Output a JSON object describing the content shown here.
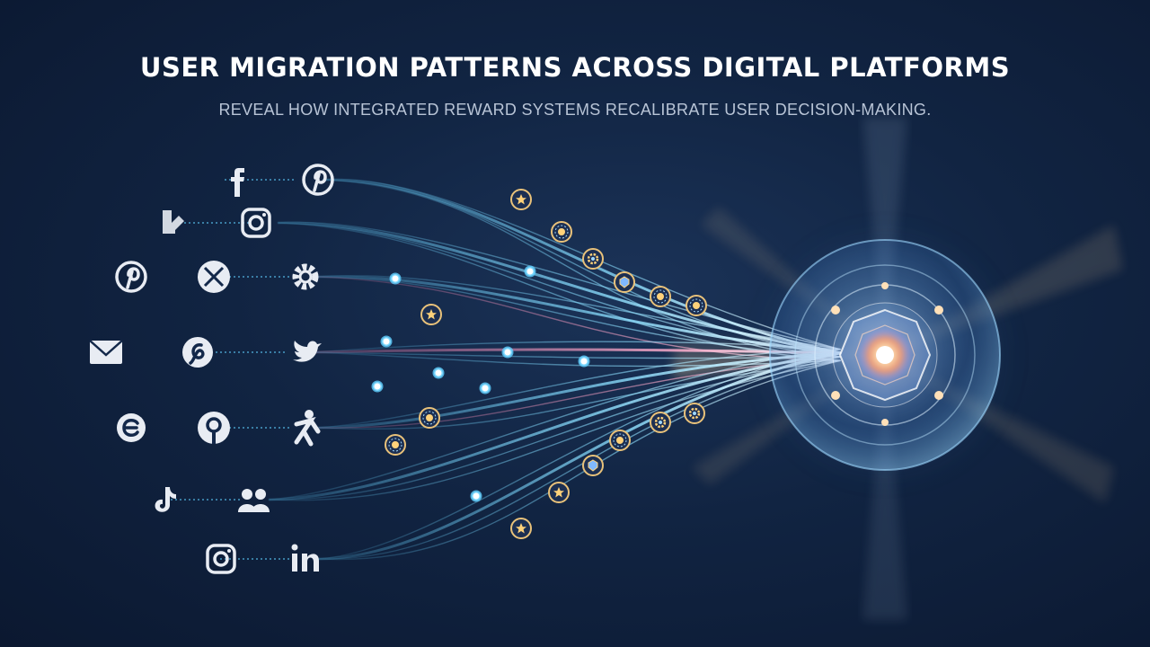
{
  "header": {
    "title": "USER MIGRATION PATTERNS ACROSS DIGITAL PLATFORMS",
    "subtitle": "REVEAL HOW INTEGRATED REWARD SYSTEMS RECALIBRATE USER DECISION-MAKING."
  },
  "platform_icons": [
    {
      "name": "facebook-icon",
      "glyph": "f"
    },
    {
      "name": "pinterest-icon",
      "glyph": "p"
    },
    {
      "name": "social-app-icon",
      "glyph": "s"
    },
    {
      "name": "instagram-icon",
      "glyph": "ig"
    },
    {
      "name": "pinterest-icon",
      "glyph": "p"
    },
    {
      "name": "x-icon",
      "glyph": "x"
    },
    {
      "name": "gear-icon",
      "glyph": "gear"
    },
    {
      "name": "mail-icon",
      "glyph": "mail"
    },
    {
      "name": "thread-icon",
      "glyph": "thread"
    },
    {
      "name": "twitter-icon",
      "glyph": "bird"
    },
    {
      "name": "e-app-icon",
      "glyph": "e"
    },
    {
      "name": "pin-app-icon",
      "glyph": "pin"
    },
    {
      "name": "user-figure-icon",
      "glyph": "figure"
    },
    {
      "name": "tiktok-icon",
      "glyph": "tiktok"
    },
    {
      "name": "people-icon",
      "glyph": "people"
    },
    {
      "name": "instagram-icon",
      "glyph": "ig"
    },
    {
      "name": "linkedin-icon",
      "glyph": "in"
    }
  ],
  "reward_badges": [
    "star-badge-icon",
    "sun-badge-icon",
    "gear-badge-icon",
    "shield-badge-icon"
  ],
  "colors": {
    "background": "#112442",
    "stream_blue": "#5fd0ff",
    "stream_pink": "#ff7fb0",
    "stream_purple": "#b78cff",
    "core_glow": "#ffd9a0",
    "icon": "#e8ecf3"
  }
}
